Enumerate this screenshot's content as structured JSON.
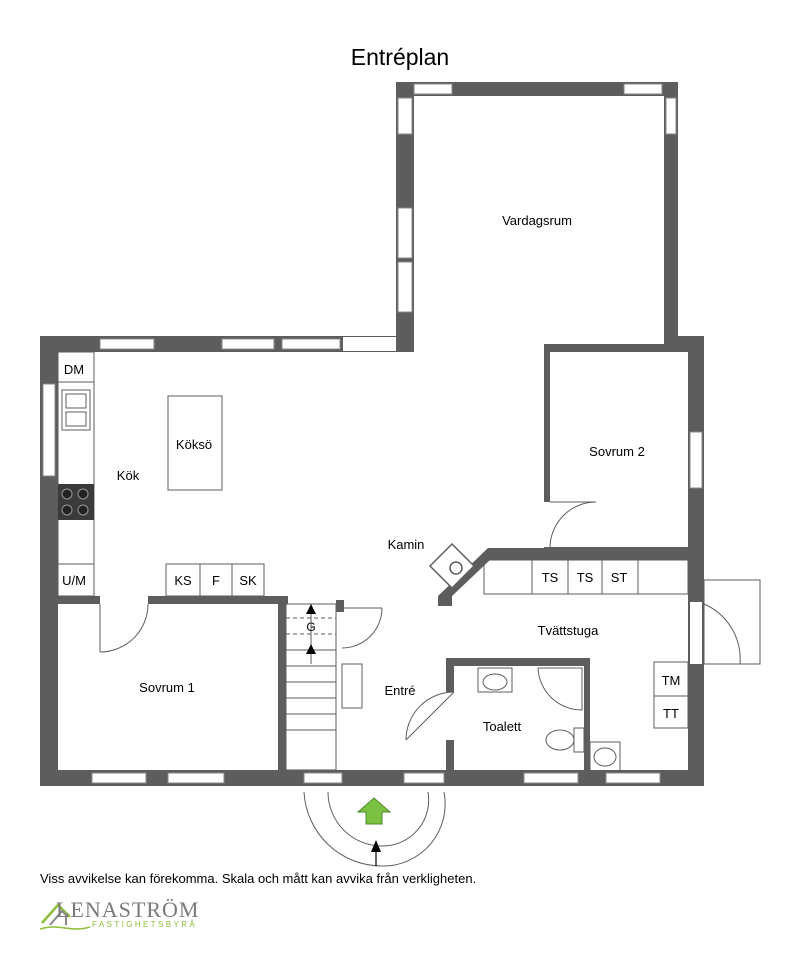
{
  "title": "Entréplan",
  "rooms": {
    "vardagsrum": "Vardagsrum",
    "sovrum2": "Sovrum 2",
    "kok": "Kök",
    "koksö": "Köksö",
    "kamin": "Kamin",
    "tvattstuga": "Tvättstuga",
    "sovrum1": "Sovrum 1",
    "entre": "Entré",
    "toalett": "Toalett"
  },
  "fixtures": {
    "dm": "DM",
    "um": "U/M",
    "ks": "KS",
    "f": "F",
    "sk": "SK",
    "ts1": "TS",
    "ts2": "TS",
    "st": "ST",
    "tm": "TM",
    "tt": "TT",
    "g": "G"
  },
  "disclaimer": "Viss avvikelse kan förekomma. Skala och mått kan avvika från verkligheten.",
  "logo": {
    "name": "LENASTRÖM",
    "sub": "FASTIGHETSBYRÅ"
  },
  "colors": {
    "wall": "#5d5d5d",
    "window": "#ffffff",
    "arrow": "#7cc242",
    "brand": "#8cbf3a"
  }
}
